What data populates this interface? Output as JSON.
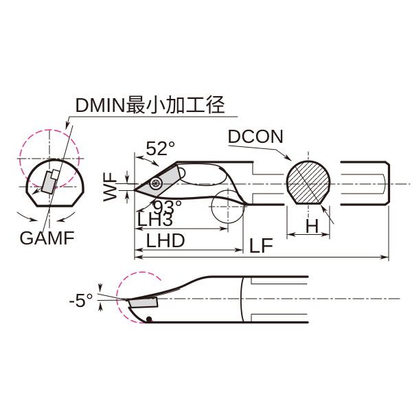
{
  "drawing": {
    "title": "boring-bar-technical-drawing",
    "labels": {
      "dmin": "DMIN最小加工径",
      "gamf": "GAMF",
      "angle_top": "52°",
      "wf": "WF",
      "angle_bottom": "93°",
      "lh3": "LH3",
      "lhd": "LHD",
      "lf": "LF",
      "dcon": "DCON",
      "h": "H",
      "angle_side": "-5°"
    },
    "colors": {
      "line": "#231815",
      "magenta": "#e73a8e",
      "insert_fill": "#d9d9d9",
      "background": "#ffffff"
    }
  }
}
